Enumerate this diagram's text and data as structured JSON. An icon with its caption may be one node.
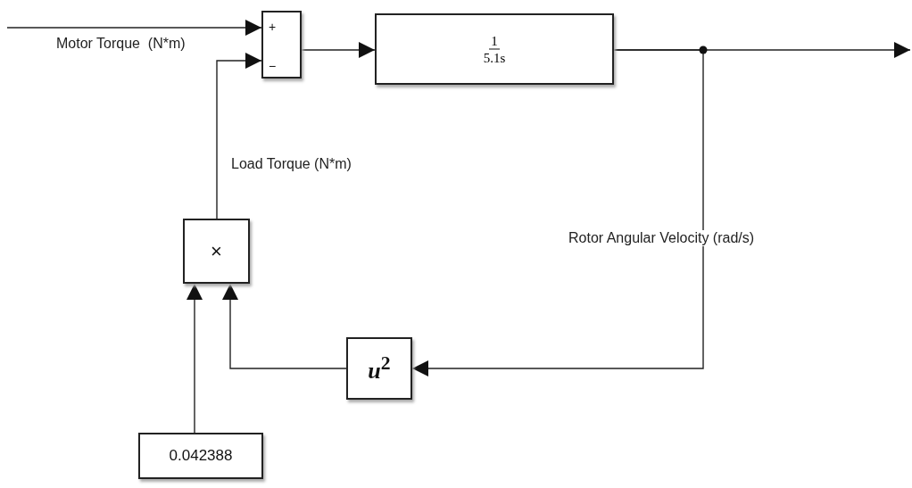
{
  "diagram": {
    "nodes": [
      {
        "text": [
          "+",
          "−"
        ]
      },
      {
        "text": [
          "1",
          "5.1s"
        ]
      },
      {
        "text": [
          "×"
        ]
      },
      {
        "text": [
          "*u*$^{2}$"
        ]
      },
      {
        "text": [
          "0.042388"
        ]
      }
    ],
    "edges": [
      {
        "from": null,
        "to": 0,
        "arrow": "to",
        "label": "Motor Torque  (N*m)"
      },
      {
        "from": 0,
        "to": 1,
        "arrow": "to"
      },
      {
        "from": 1,
        "to": null,
        "arrow": "to"
      },
      {
        "from": 1,
        "to": 3,
        "arrow": "to",
        "label": "Rotor Angular Velocity (rad/s)"
      },
      {
        "from": 3,
        "to": 2,
        "arrow": "to"
      },
      {
        "from": 4,
        "to": 2,
        "arrow": "to"
      },
      {
        "from": 2,
        "to": 0,
        "arrow": "to",
        "label": "Load Torque (N*m)"
      }
    ]
  }
}
